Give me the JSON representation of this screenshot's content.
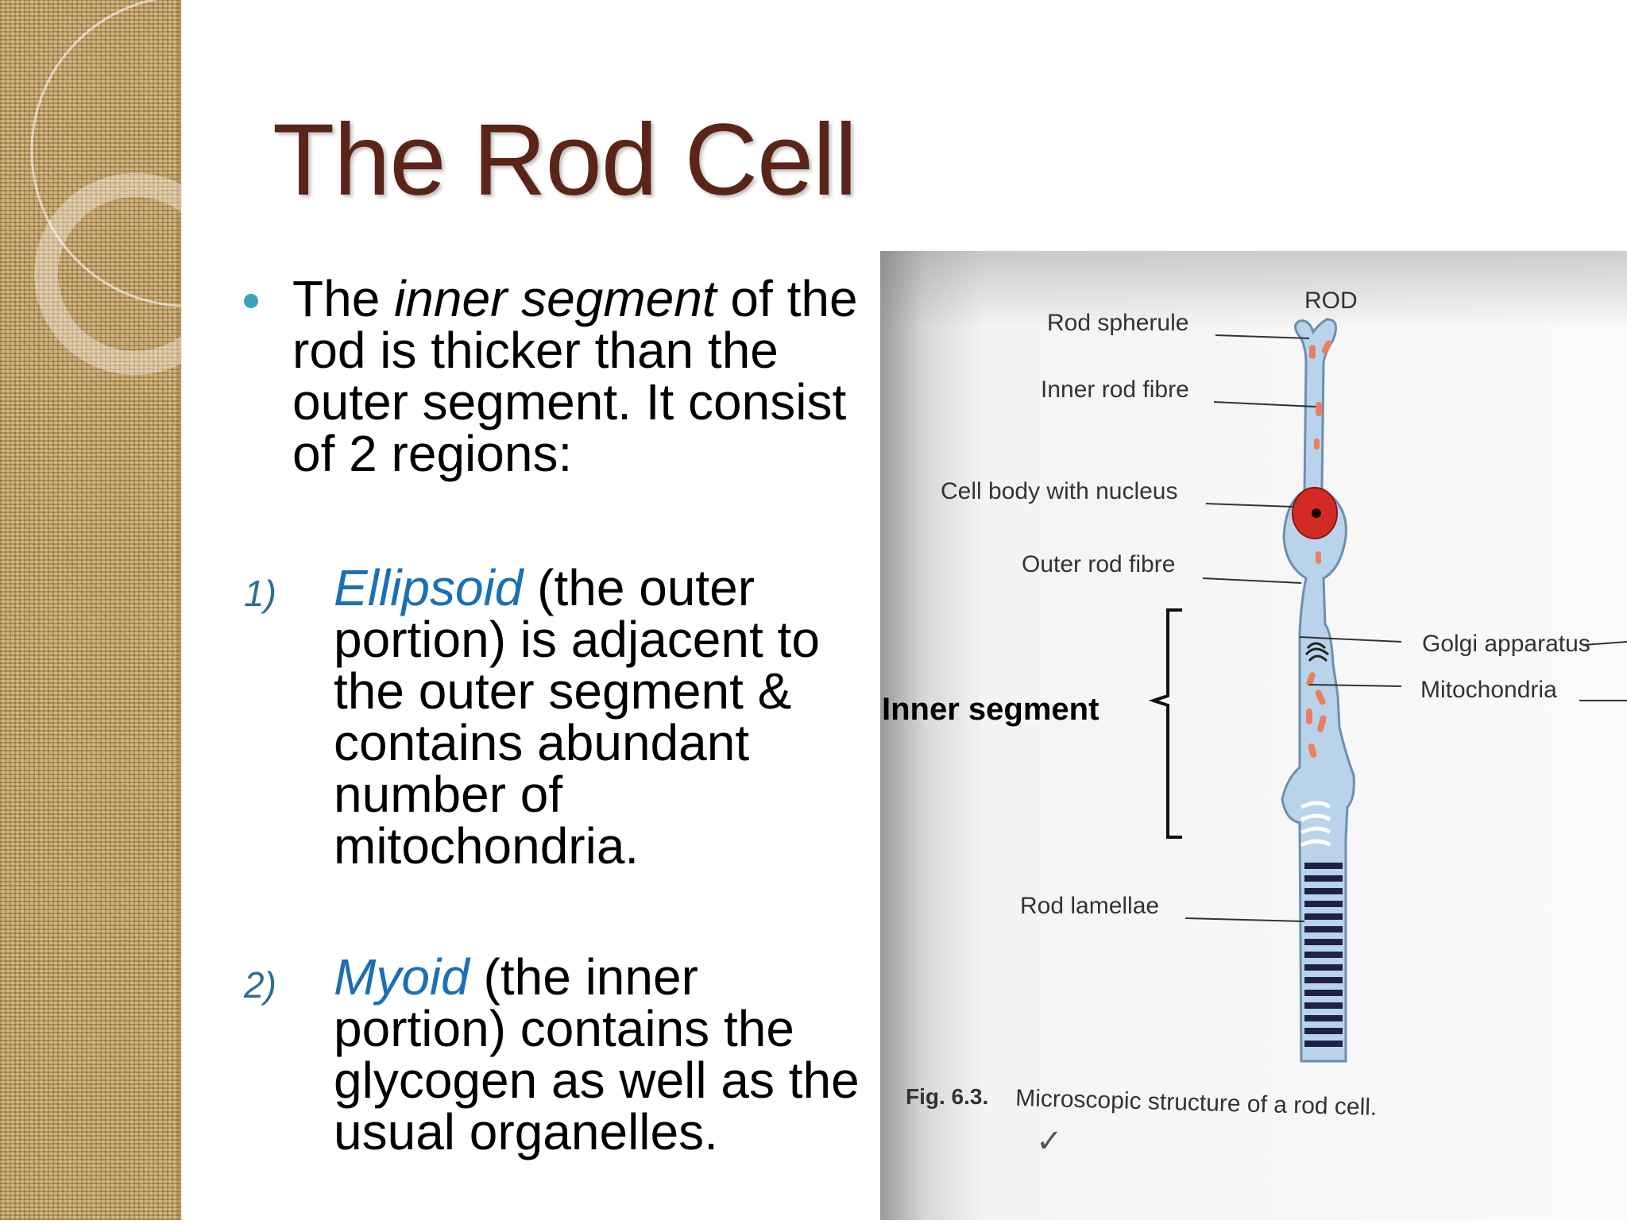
{
  "slide": {
    "title": "The Rod Cell"
  },
  "intro": {
    "part1": "The ",
    "em": "inner segment",
    "part2": " of the rod is thicker than the outer segment. It consist of 2 regions:"
  },
  "items": [
    {
      "number": "1)",
      "keyword": "Ellipsoid",
      "text": " (the outer portion) is adjacent to the outer segment & contains abundant number of mitochondria."
    },
    {
      "number": "2)",
      "keyword": "Myoid",
      "text": " (the inner portion) contains the glycogen as well as the usual organelles."
    }
  ],
  "figure": {
    "heading": "ROD",
    "labels": {
      "rod_spherule": "Rod spherule",
      "inner_rod_fibre": "Inner rod fibre",
      "cell_body": "Cell body with nucleus",
      "outer_rod_fibre": "Outer rod fibre",
      "golgi": "Golgi apparatus",
      "mitochondria": "Mitochondria",
      "inner_segment": "Inner segment",
      "rod_lamellae": "Rod lamellae"
    },
    "caption_fig": "Fig. 6.3.",
    "caption_text": "Microscopic structure of a rod cell.",
    "checkmark": "✓"
  },
  "colors": {
    "title": "#5a2518",
    "bullet": "#3aa3b9",
    "keyword": "#1a6fb5",
    "cell_fill": "#b9d3ea",
    "nucleus": "#d42a26"
  }
}
